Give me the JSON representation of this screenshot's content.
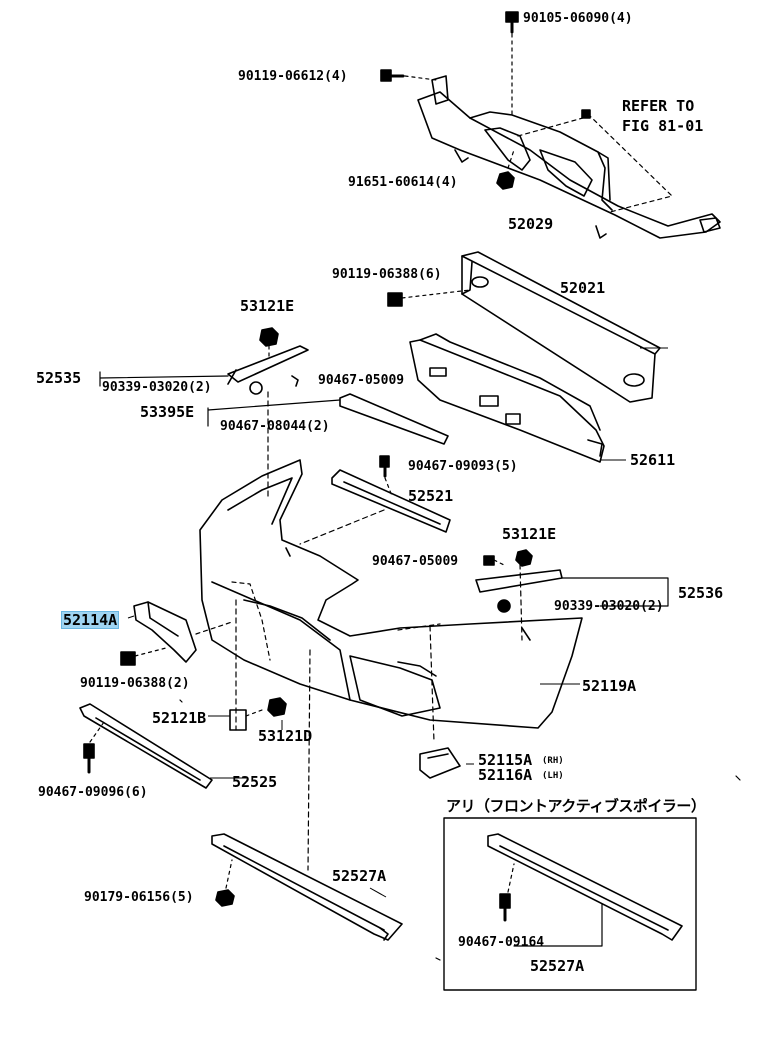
{
  "labels": {
    "p90105": "90105-06090(4)",
    "p90119a": "90119-06612(4)",
    "refer1": "REFER TO",
    "refer2": "FIG 81-01",
    "p91651": "91651-60614(4)",
    "p52029": "52029",
    "p90119b": "90119-06388(6)",
    "p52021": "52021",
    "p53121e1": "53121E",
    "p52535": "52535",
    "p90339a": "90339-03020(2)",
    "p90467a": "90467-05009",
    "p53395": "53395E",
    "p90467b": "90467-08044(2)",
    "p52611": "52611",
    "p90467c": "90467-09093(5)",
    "p52521": "52521",
    "p53121e2": "53121E",
    "p90467d": "90467-05009",
    "p52536": "52536",
    "p90339b": "90339-03020(2)",
    "p52114a": "52114A",
    "p90119c": "90119-06388(2)",
    "p52119a": "52119A",
    "p52121b": "52121B",
    "p53121d": "53121D",
    "p52115a": "52115A",
    "p52115a_side": "(RH)",
    "p52116a": "52116A",
    "p52116a_side": "(LH)",
    "p90467e": "90467-09096(6)",
    "p52525": "52525",
    "box_title": "アリ（フロントアクティブスポイラー）",
    "p52527a1": "52527A",
    "p90179": "90179-06156(5)",
    "p90467f": "90467-09164",
    "p52527a2": "52527A"
  },
  "colors": {
    "line": "#000000",
    "highlight": "#9fd4f2"
  }
}
